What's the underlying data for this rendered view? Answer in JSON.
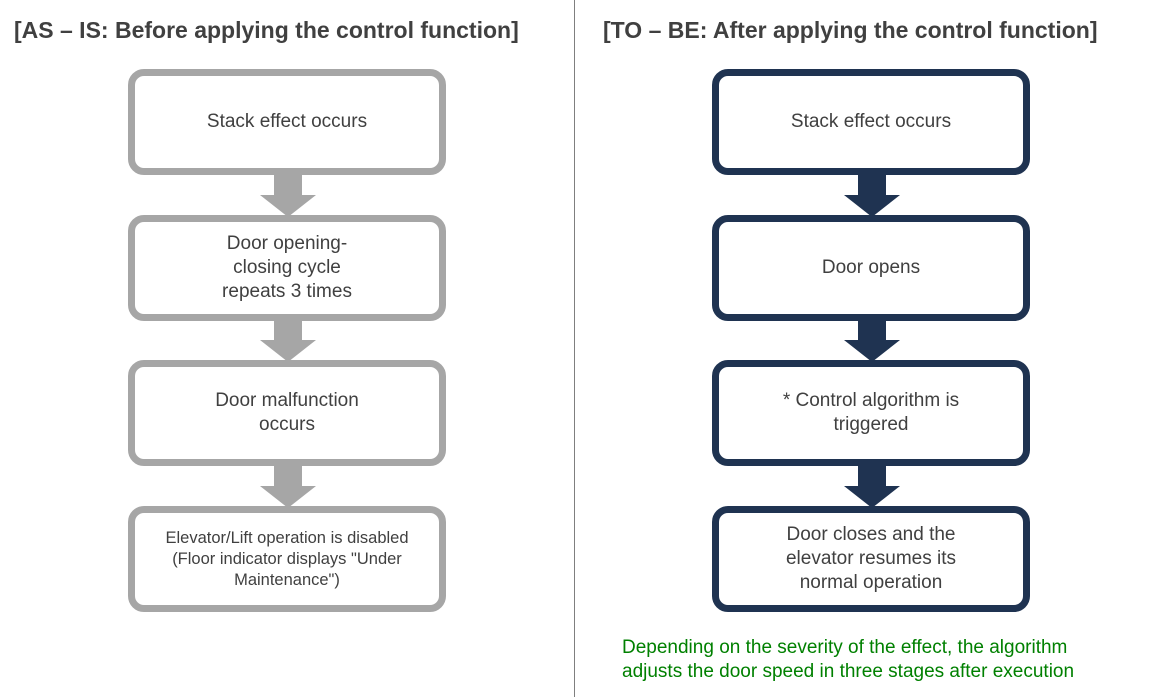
{
  "left": {
    "title": "[AS – IS: Before applying the control function]",
    "color": "#a6a6a6",
    "steps": [
      {
        "lines": [
          "Stack effect occurs"
        ]
      },
      {
        "lines": [
          "Door opening-",
          "closing cycle",
          "repeats 3 times"
        ]
      },
      {
        "lines": [
          "Door malfunction",
          "occurs"
        ]
      },
      {
        "lines": [
          "Elevator/Lift operation is disabled",
          "(Floor indicator displays \"Under",
          "Maintenance\")"
        ]
      }
    ]
  },
  "right": {
    "title": "[TO – BE: After applying the control function]",
    "color": "#1f3351",
    "steps": [
      {
        "lines": [
          "Stack effect occurs"
        ]
      },
      {
        "lines": [
          "Door opens"
        ]
      },
      {
        "lines": [
          "* Control algorithm is",
          "triggered"
        ]
      },
      {
        "lines": [
          "Door closes and the",
          "elevator resumes its",
          "normal operation"
        ]
      }
    ],
    "note": {
      "lines": [
        "Depending on the severity of the effect, the algorithm",
        "adjusts the door speed in three stages after execution"
      ],
      "color": "#008000"
    }
  }
}
